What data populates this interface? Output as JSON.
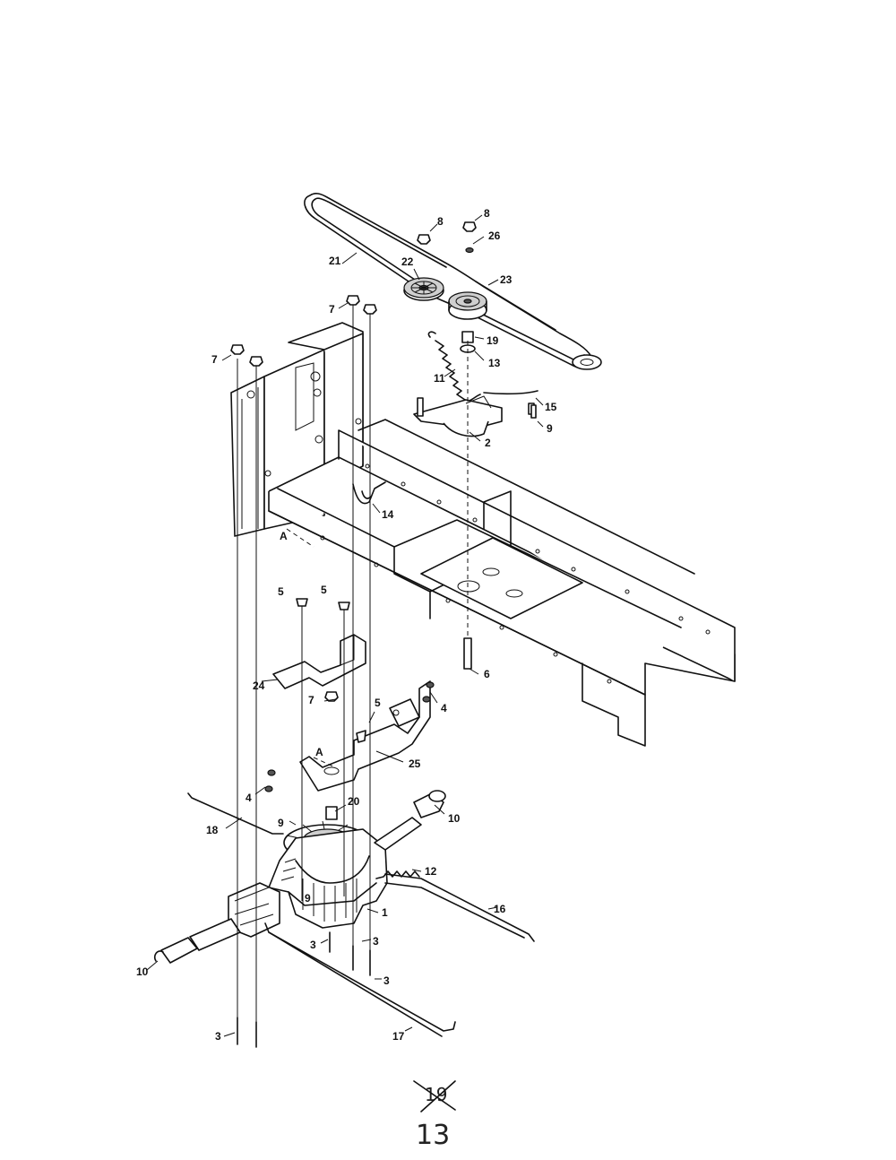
{
  "callouts": [
    "8",
    "8",
    "26",
    "21",
    "22",
    "23",
    "7",
    "7",
    "19",
    "13",
    "11",
    "15",
    "9",
    "2",
    "14",
    "A",
    "5",
    "5",
    "6",
    "24",
    "5",
    "4",
    "7",
    "A",
    "25",
    "4",
    "20",
    "9",
    "18",
    "10",
    "12",
    "9",
    "1",
    "16",
    "3",
    "3",
    "3",
    "10",
    "3",
    "17"
  ],
  "page_numbers": {
    "struck": "19",
    "handwritten": "13"
  }
}
